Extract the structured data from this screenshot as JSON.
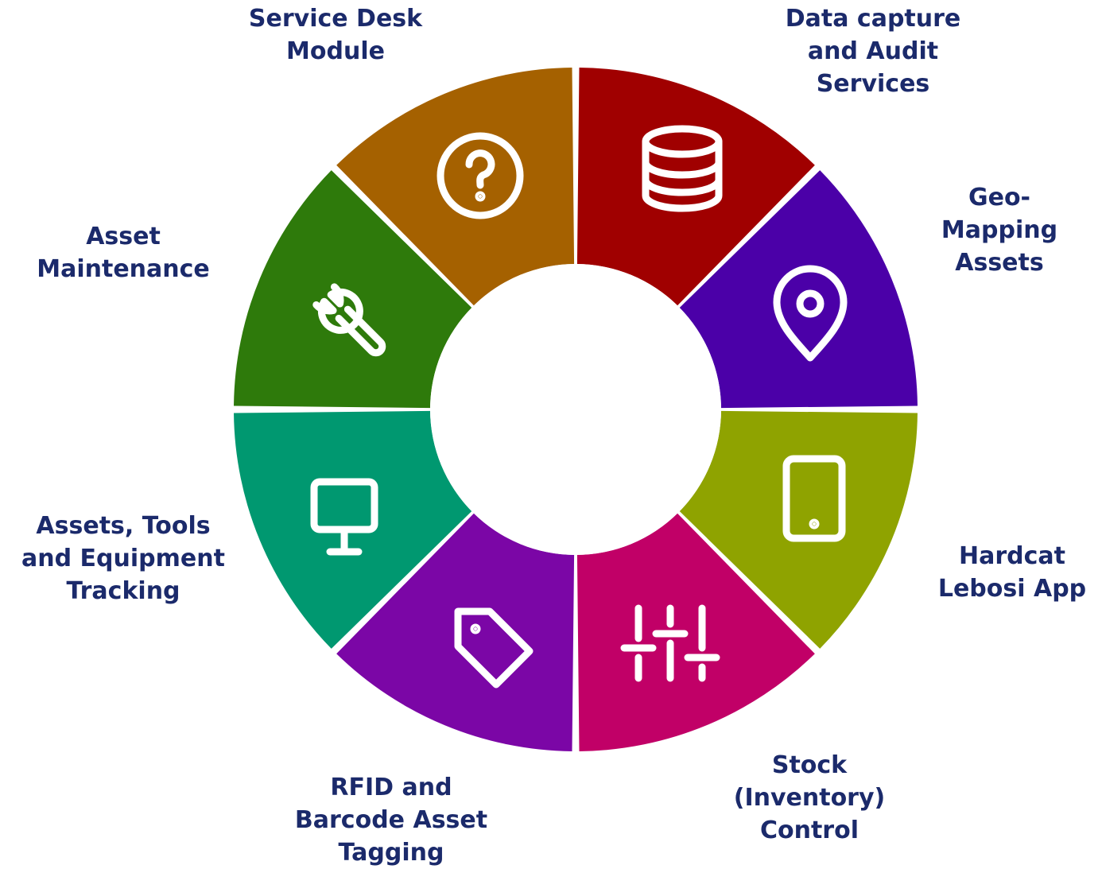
{
  "diagram": {
    "segments": [
      {
        "id": "data-capture",
        "color": "#a00000",
        "icon": "database-icon",
        "label_lines": [
          "Data capture",
          "and Audit",
          "Services"
        ]
      },
      {
        "id": "geo-mapping",
        "color": "#4b00a8",
        "icon": "map-pin-icon",
        "label_lines": [
          "Geo-",
          "Mapping",
          "Assets"
        ]
      },
      {
        "id": "hardcat-app",
        "color": "#8fa300",
        "icon": "tablet-icon",
        "label_lines": [
          "Hardcat",
          "Lebosi App"
        ]
      },
      {
        "id": "stock-control",
        "color": "#c10067",
        "icon": "sliders-icon",
        "label_lines": [
          "Stock",
          "(Inventory)",
          "Control"
        ]
      },
      {
        "id": "rfid-tagging",
        "color": "#7b06a6",
        "icon": "tag-icon",
        "label_lines": [
          "RFID and",
          "Barcode Asset",
          "Tagging"
        ]
      },
      {
        "id": "asset-tracking",
        "color": "#009870",
        "icon": "monitor-icon",
        "label_lines": [
          "Assets, Tools",
          "and Equipment",
          "Tracking"
        ]
      },
      {
        "id": "asset-maintenance",
        "color": "#2e7a0b",
        "icon": "wrench-icon",
        "label_lines": [
          "Asset",
          "Maintenance"
        ]
      },
      {
        "id": "service-desk",
        "color": "#a56100",
        "icon": "question-icon",
        "label_lines": [
          "Service Desk",
          "Module"
        ]
      }
    ]
  }
}
